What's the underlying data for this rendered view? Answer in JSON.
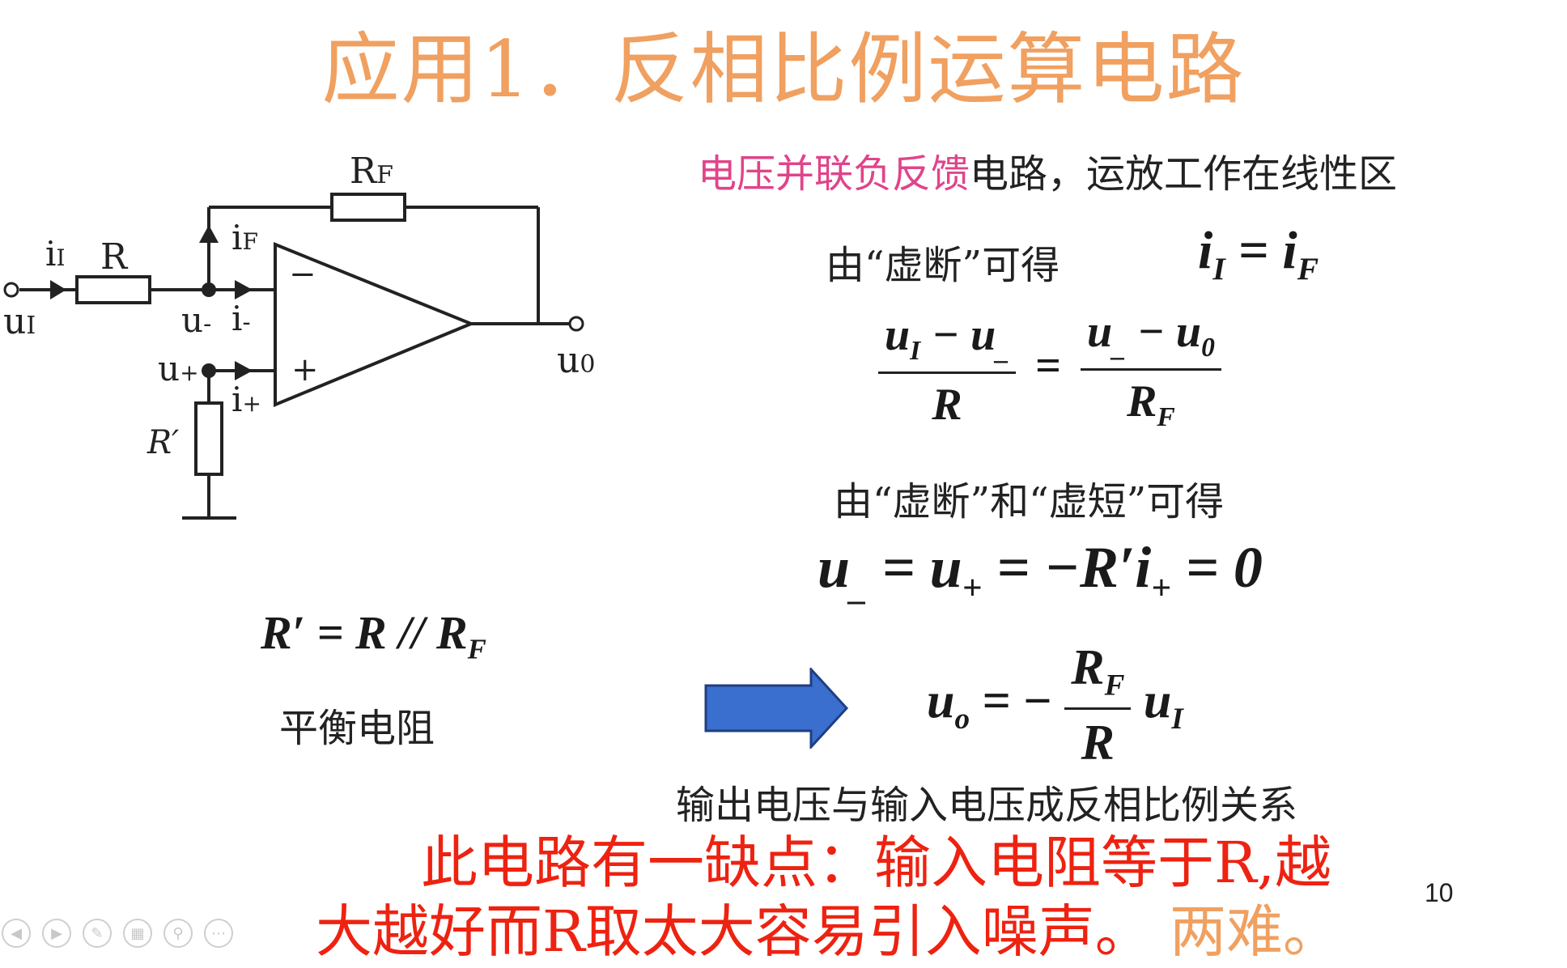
{
  "slide": {
    "title": "应用1．反相比例运算电路",
    "statement_highlight": "电压并联负反馈",
    "statement_rest": "电路，运放工作在线性区",
    "step1_label": "由“虚断”可得",
    "step2_label": "由“虚断”和“虚短”可得",
    "balance_label": "平衡电阻",
    "conclusion": "输出电压与输入电压成反相比例关系",
    "drawback_line1": "此电路有一缺点：输入电阻等于R,越",
    "drawback_line2a": "大越好而R取太大容易引入噪声。",
    "drawback_line2b": "两难。",
    "page_number": "10"
  },
  "circuit": {
    "labels": {
      "rf": "R",
      "rf_sub": "F",
      "r": "R",
      "ii": "i",
      "ii_sub": "I",
      "if": "i",
      "if_sub": "F",
      "ui": "u",
      "ui_sub": "I",
      "uminus": "u",
      "uminus_sub": "-",
      "iminus": "i",
      "iminus_sub": "-",
      "uplus": "u",
      "uplus_sub": "+",
      "iplus": "i",
      "iplus_sub": "+",
      "rprime": "R′",
      "uo": "u",
      "uo_sub": "0",
      "minus_sign": "−",
      "plus_sign": "+"
    }
  },
  "equations": {
    "eq1_lhs": "i",
    "eq1_lhs_sub": "I",
    "eq1_eq": "=",
    "eq1_rhs": "i",
    "eq1_rhs_sub": "F",
    "eq2_num_left": "u",
    "eq2_num_left_sub": "I",
    "eq2_num_mid": " − u",
    "eq2_num_mid_sub": "_",
    "eq2_den_left": "R",
    "eq2_eq": "=",
    "eq2_num_right": "u",
    "eq2_num_right_sub": "_",
    "eq2_num_right2": " − u",
    "eq2_num_right2_sub": "0",
    "eq2_den_right": "R",
    "eq2_den_right_sub": "F",
    "eq3": "u",
    "eq3_sub1": "_",
    "eq3_p2": " = u",
    "eq3_sub2": "+",
    "eq3_p3": " = −R′i",
    "eq3_sub3": "+",
    "eq3_p4": " = 0",
    "eq4_lhs": "u",
    "eq4_lhs_sub": "o",
    "eq4_eq": " = −",
    "eq4_num": "R",
    "eq4_num_sub": "F",
    "eq4_den": "R",
    "eq4_rhs": "u",
    "eq4_rhs_sub": "I",
    "balance_eq": "R′ = R // R",
    "balance_eq_sub": "F"
  },
  "colors": {
    "title": "#f0a060",
    "highlight": "#e0448a",
    "warning": "#ee2211",
    "arrow_fill": "#3a6fd0",
    "arrow_stroke": "#1f3f80"
  }
}
